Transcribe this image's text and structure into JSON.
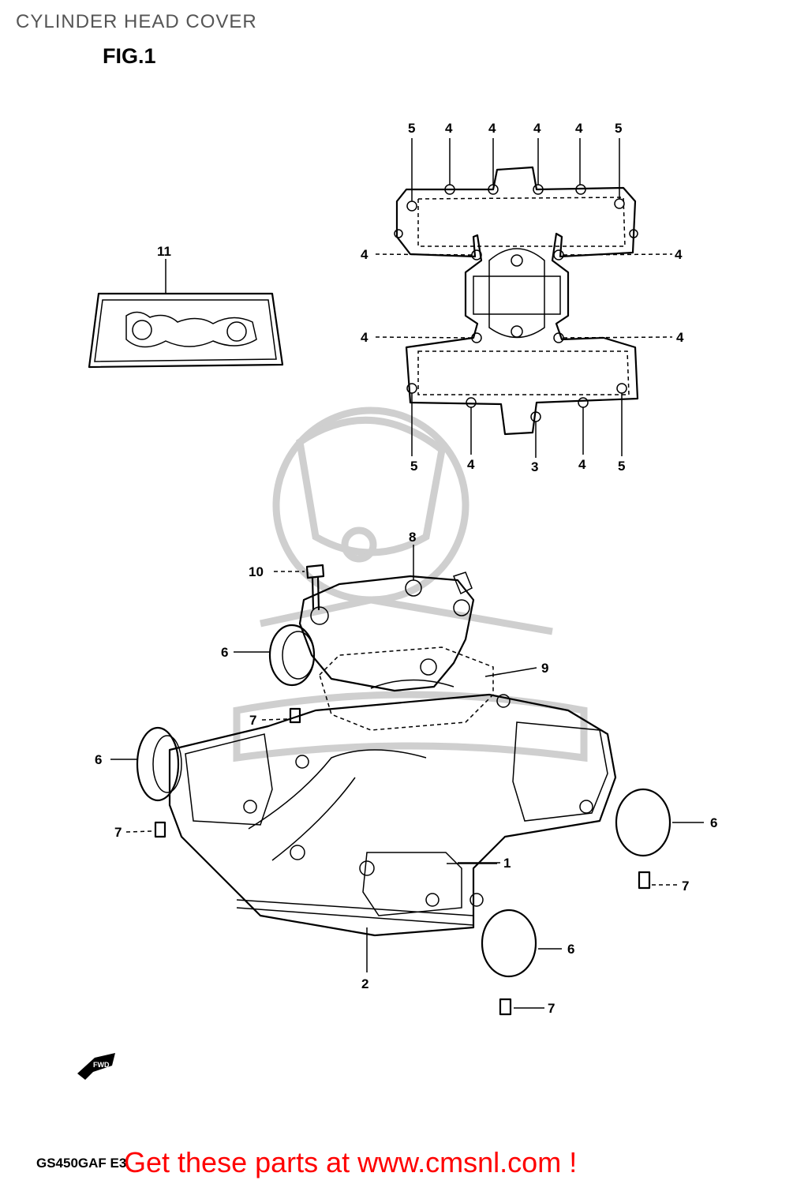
{
  "header": {
    "title": "CYLINDER HEAD COVER",
    "figure_label": "FIG.1"
  },
  "footer": {
    "model_code": "GS450GAF E3",
    "cta": "Get these parts at www.cmsnl.com !"
  },
  "icons": {
    "front_arrow": "fwd-arrow-icon",
    "watermark": "cmsnl-watermark-logo"
  },
  "callouts": {
    "c1": "1",
    "c2": "2",
    "c3": "3",
    "c4a": "4",
    "c4b": "4",
    "c4c": "4",
    "c4d": "4",
    "c4e": "4",
    "c4f": "4",
    "c4g": "4",
    "c4h": "4",
    "c4i": "4",
    "c4j": "4",
    "c5a": "5",
    "c5b": "5",
    "c5c": "5",
    "c5d": "5",
    "c6a": "6",
    "c6b": "6",
    "c6c": "6",
    "c6d": "6",
    "c7a": "7",
    "c7b": "7",
    "c7c": "7",
    "c7d": "7",
    "c8": "8",
    "c9": "9",
    "c10": "10",
    "c11": "11"
  }
}
